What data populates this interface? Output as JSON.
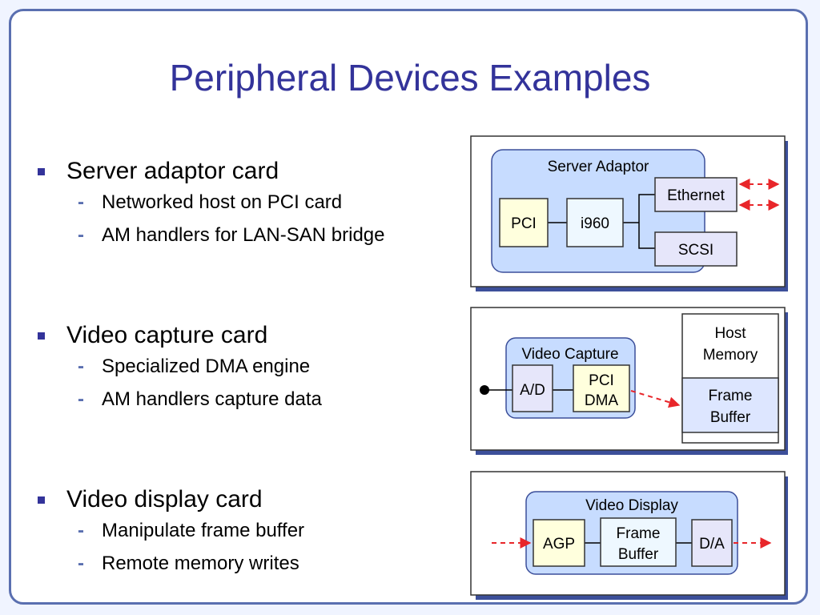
{
  "title": "Peripheral Devices Examples",
  "bullets": [
    {
      "label": "Server adaptor card",
      "subs": [
        "Networked host on PCI card",
        "AM handlers for LAN-SAN bridge"
      ]
    },
    {
      "label": "Video capture card",
      "subs": [
        "Specialized DMA engine",
        "AM handlers capture data"
      ]
    },
    {
      "label": "Video display card",
      "subs": [
        "Manipulate frame buffer",
        "Remote memory writes"
      ]
    }
  ],
  "server_diagram": {
    "group": "Server Adaptor",
    "pci": "PCI",
    "cpu": "i960",
    "ethernet": "Ethernet",
    "scsi": "SCSI"
  },
  "capture_diagram": {
    "group": "Video Capture",
    "ad": "A/D",
    "pci_dma_1": "PCI",
    "pci_dma_2": "DMA",
    "host_memory_1": "Host",
    "host_memory_2": "Memory",
    "frame_buffer_1": "Frame",
    "frame_buffer_2": "Buffer"
  },
  "display_diagram": {
    "group": "Video Display",
    "agp": "AGP",
    "frame_buffer_1": "Frame",
    "frame_buffer_2": "Buffer",
    "da": "D/A"
  },
  "colors": {
    "title": "#33339a",
    "group_fill": "#c7dcff",
    "group_stroke": "#3c4f9a",
    "yellow_box": "#ffffdd",
    "lavender_box": "#e6e6fa",
    "light_box": "#eef8ff",
    "arrow": "#e8262a"
  }
}
